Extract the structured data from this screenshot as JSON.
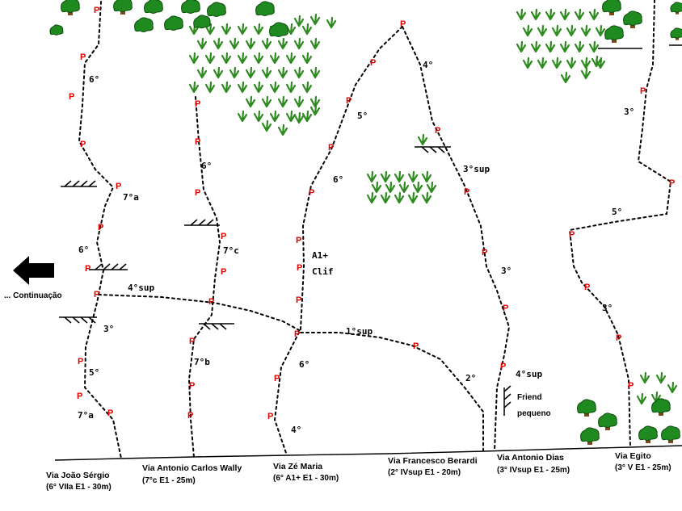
{
  "continuation_label": "... Continuação",
  "icons": {
    "arrow": "arrow-left-icon",
    "tree": "tree-icon",
    "grass": "grass-tuft-icon",
    "ledge": "roof-ledge-icon",
    "friend": "friend-placement-icon"
  },
  "colors": {
    "bolt": "#e00000",
    "vegetation": "#1f8a1f",
    "trunk": "#7a4a1e",
    "line": "#000000"
  },
  "bolt_symbol": "P",
  "routes": [
    {
      "name": "Via João Sérgio",
      "info": "(6° VIIa E1 - 30m)"
    },
    {
      "name": "Via Antonio Carlos Wally",
      "info": "(7°c E1 - 25m)"
    },
    {
      "name": "Via Zé Maria",
      "info": "(6° A1+ E1 - 30m)"
    },
    {
      "name": "Via Francesco Berardi",
      "info": "(2° IVsup E1 - 20m)"
    },
    {
      "name": "Via Antonio Dias",
      "info": "(3° IVsup E1 - 25m)"
    },
    {
      "name": "Via Egito",
      "info": "(3° V E1 - 25m)"
    }
  ],
  "grades": [
    "6°",
    "7°a",
    "6°",
    "3°",
    "5°",
    "7°a",
    "4°sup",
    "6°",
    "7°c",
    "7°b",
    "A1+",
    "Clif",
    "6°",
    "6°",
    "4°",
    "5°",
    "1°sup",
    "4°",
    "3°sup",
    "2°",
    "3°",
    "4°sup",
    "3°",
    "5°",
    "3°"
  ],
  "friend_note": [
    "Friend",
    "pequeno"
  ]
}
